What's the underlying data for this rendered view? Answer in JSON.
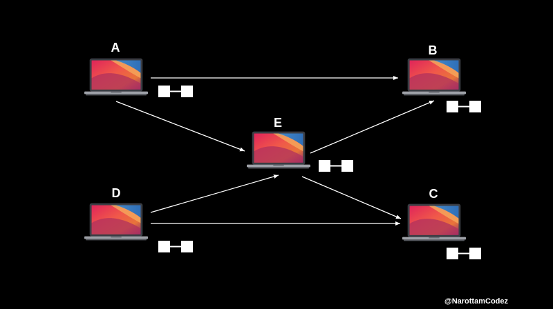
{
  "colors": {
    "background": "#000000",
    "edge": "#ffffff",
    "label": "#ffffff",
    "chain_block": "#ffffff",
    "laptop_body": "#3a3d44",
    "laptop_base": "#9ea1a8"
  },
  "nodes": [
    {
      "id": "A",
      "label": "A",
      "icon": "laptop-icon",
      "chain": "blockchain-icon"
    },
    {
      "id": "B",
      "label": "B",
      "icon": "laptop-icon",
      "chain": "blockchain-icon"
    },
    {
      "id": "C",
      "label": "C",
      "icon": "laptop-icon",
      "chain": "blockchain-icon"
    },
    {
      "id": "D",
      "label": "D",
      "icon": "laptop-icon",
      "chain": "blockchain-icon"
    },
    {
      "id": "E",
      "label": "E",
      "icon": "laptop-icon",
      "chain": "blockchain-icon"
    }
  ],
  "edges": [
    {
      "from": "A",
      "to": "B"
    },
    {
      "from": "A",
      "to": "E"
    },
    {
      "from": "E",
      "to": "B"
    },
    {
      "from": "D",
      "to": "E"
    },
    {
      "from": "D",
      "to": "C"
    },
    {
      "from": "E",
      "to": "C"
    }
  ],
  "watermark": "@NarottamCodez"
}
